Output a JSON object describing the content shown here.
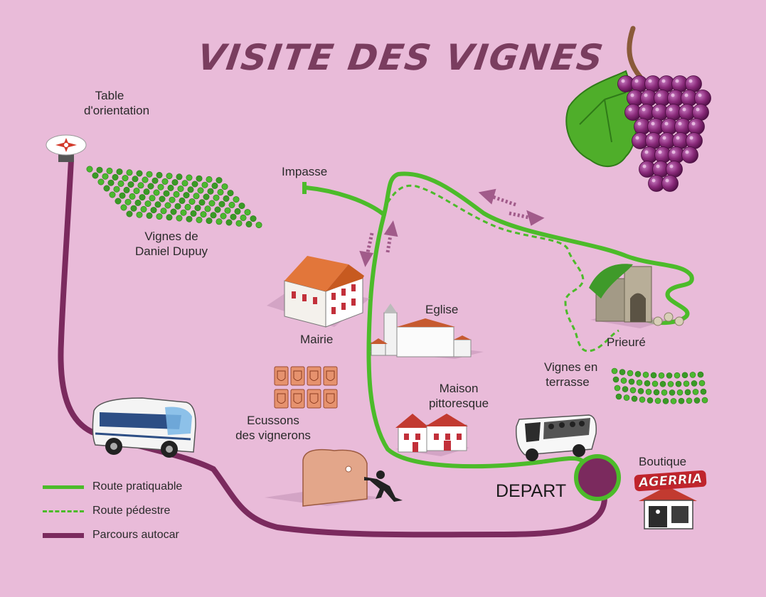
{
  "title": "VISITE DES VIGNES",
  "places": {
    "table_orientation": "Table\nd'orientation",
    "vignes_dupuy": "Vignes de\nDaniel Dupuy",
    "impasse": "Impasse",
    "mairie": "Mairie",
    "eglise": "Eglise",
    "ecussons": "Ecussons\ndes vignerons",
    "maison": "Maison\npittoresque",
    "prieure": "Prieuré",
    "vignes_terrasse": "Vignes en\nterrasse",
    "boutique": "Boutique",
    "boutique_sign": "AGERRIA",
    "depart": "DEPART"
  },
  "legend": [
    {
      "label": "Route pratiquable",
      "style": "solid",
      "color": "#4cbb2a"
    },
    {
      "label": "Route pédestre",
      "style": "dashed",
      "color": "#4cbb2a"
    },
    {
      "label": "Parcours autocar",
      "style": "solid",
      "color": "#7b2a5e"
    }
  ],
  "colors": {
    "background": "#e9bbd9",
    "road": "#4cbb2a",
    "bus_route": "#7b2a5e",
    "title": "#7a3d5f",
    "arrows": "#a15b8a"
  },
  "icons": [
    "grapes-icon",
    "compass-icon",
    "bus-icon",
    "shuttle-icon",
    "mairie-icon",
    "church-icon",
    "house-icon",
    "ruin-icon",
    "pelota-wall-icon",
    "shop-icon",
    "vineyard-icon"
  ]
}
